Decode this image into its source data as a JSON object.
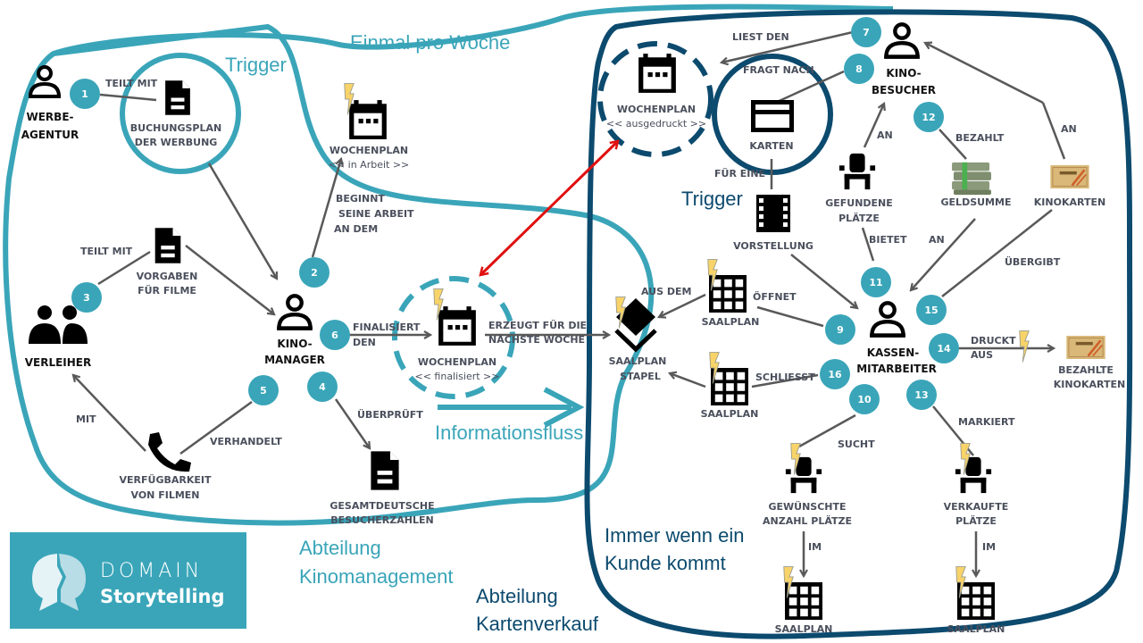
{
  "colors": {
    "teal": "#3aa5b9",
    "dark_blue": "#0c4a6e",
    "arrow": "#595959",
    "red": "#e01010",
    "lightning": "#f7d36a",
    "icon": "#000000",
    "label": "#4a4f5c"
  },
  "logo": {
    "line1": "DOMAIN",
    "line2": "Storytelling"
  },
  "annotations": {
    "einmal_pro_woche": "Einmal pro Woche",
    "trigger_left": "Trigger",
    "trigger_right": "Trigger",
    "informationsfluss": "Informationsfluss",
    "abteilung_kinomanagement_1": "Abteilung",
    "abteilung_kinomanagement_2": "Kinomanagement",
    "abteilung_kartenverkauf_1": "Abteilung",
    "abteilung_kartenverkauf_2": "Kartenverkauf",
    "immer_wenn_1": "Immer wenn ein",
    "immer_wenn_2": "Kunde kommt"
  },
  "actors": {
    "werbeagentur": [
      "WERBE-",
      "AGENTUR"
    ],
    "verleiher": [
      "VERLEIHER"
    ],
    "kinomanager": [
      "KINO-",
      "MANAGER"
    ],
    "kinobesucher": [
      "KINO-",
      "BESUCHER"
    ],
    "kassenmitarbeiter": [
      "KASSEN-",
      "MITARBEITER"
    ]
  },
  "work_objects": {
    "buchungsplan": [
      "BUCHUNGSPLAN",
      "DER WERBUNG"
    ],
    "wochenplan_arbeit": [
      "WOCHENPLAN",
      "<< in Arbeit >>"
    ],
    "vorgaben": [
      "VORGABEN",
      "FÜR FILME"
    ],
    "verfuegbarkeit": [
      "VERFÜGBARKEIT",
      "VON FILMEN"
    ],
    "wochenplan_final": [
      "WOCHENPLAN",
      "<< finalisiert >>"
    ],
    "gesamtdeutsche": [
      "GESAMTDEUTSCHE",
      "BESUCHERZAHLEN"
    ],
    "wochenplan_gedruckt": [
      "WOCHENPLAN",
      "<< ausgedruckt >>"
    ],
    "karten": [
      "KARTEN"
    ],
    "vorstellung": [
      "VORSTELLUNG"
    ],
    "gefundene_plaetze": [
      "GEFUNDENE",
      "PLÄTZE"
    ],
    "geldsumme": [
      "GELDSUMME"
    ],
    "kinokarten": [
      "KINOKARTEN"
    ],
    "saalplan_stapel": [
      "SAALPLAN",
      "STAPEL"
    ],
    "saalplan_oeffnet": [
      "SAALPLAN"
    ],
    "saalplan_schliesst": [
      "SAALPLAN"
    ],
    "bezahlte_kinokarten": [
      "BEZAHLTE",
      "KINOKARTEN"
    ],
    "gewuenschte_plaetze": [
      "GEWÜNSCHTE",
      "ANZAHL PLÄTZE"
    ],
    "verkaufte_plaetze": [
      "VERKAUFTE",
      "PLÄTZE"
    ],
    "saalplan_im1": [
      "SAALPLAN"
    ],
    "saalplan_im2": [
      "SAALPLAN"
    ]
  },
  "activity_labels": {
    "teilt_mit_1": [
      "TEILT MIT"
    ],
    "beginnt": [
      "BEGINNT",
      "SEINE ARBEIT",
      "AN DEM"
    ],
    "teilt_mit_3": [
      "TEILT MIT"
    ],
    "mit": [
      "MIT"
    ],
    "verhandelt": [
      "VERHANDELT"
    ],
    "ueberprueft": [
      "ÜBERPRÜFT"
    ],
    "finalisiert": [
      "FINALISIERT",
      "DEN"
    ],
    "erzeugt": [
      "ERZEUGT FÜR DIE",
      "NÄCHSTE WOCHE"
    ],
    "liest_den": [
      "LIEST DEN"
    ],
    "fragt_nach": [
      "FRAGT NACH"
    ],
    "fuer_eine": [
      "FÜR EINE"
    ],
    "an_plaetze": [
      "AN"
    ],
    "bezahlt": [
      "BEZAHLT"
    ],
    "an_kinokarten": [
      "AN"
    ],
    "bietet": [
      "BIETET"
    ],
    "an_geld": [
      "AN"
    ],
    "uebergibt": [
      "ÜBERGIBT"
    ],
    "aus_dem": [
      "AUS DEM"
    ],
    "oeffnet": [
      "ÖFFNET"
    ],
    "schliesst": [
      "SCHLIESST"
    ],
    "druckt_aus": [
      "DRUCKT",
      "AUS"
    ],
    "sucht": [
      "SUCHT"
    ],
    "markiert": [
      "MARKIERT"
    ],
    "im_1": [
      "IM"
    ],
    "im_2": [
      "IM"
    ]
  },
  "activity_numbers": [
    "1",
    "2",
    "3",
    "4",
    "5",
    "6",
    "7",
    "8",
    "9",
    "10",
    "11",
    "12",
    "13",
    "14",
    "15",
    "16"
  ]
}
